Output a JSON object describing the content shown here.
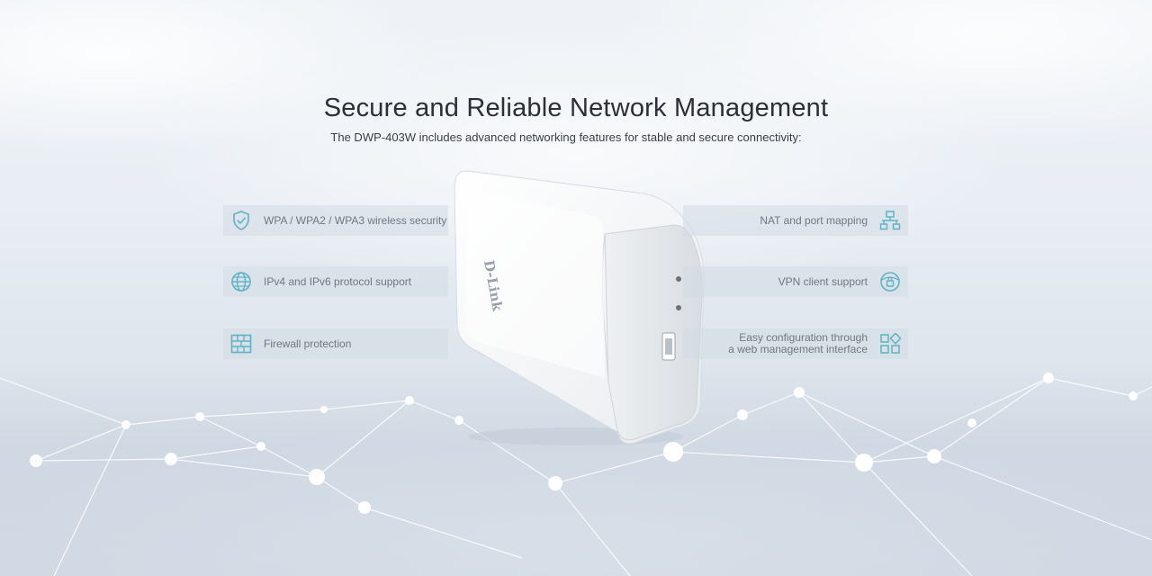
{
  "header": {
    "title": "Secure and Reliable Network Management",
    "subtitle": "The DWP-403W includes advanced networking features for stable and secure connectivity:"
  },
  "features_left": [
    {
      "label": "WPA / WPA2 / WPA3 wireless security",
      "icon": "shield-check-icon"
    },
    {
      "label": "IPv4 and IPv6 protocol support",
      "icon": "globe-icon"
    },
    {
      "label": "Firewall protection",
      "icon": "firewall-icon"
    }
  ],
  "features_right": [
    {
      "label": "NAT and port mapping",
      "icon": "network-topology-icon"
    },
    {
      "label": "VPN client support",
      "icon": "vpn-icon"
    },
    {
      "label_line1": "Easy configuration through",
      "label_line2": "a web management interface",
      "icon": "dashboard-grid-icon"
    }
  ],
  "device": {
    "brand": "D-Link"
  },
  "colors": {
    "icon_accent": "#5fb3c4",
    "title": "#2b2f36",
    "feature_text": "#6f7780",
    "feature_bg": "#d2dae4"
  }
}
